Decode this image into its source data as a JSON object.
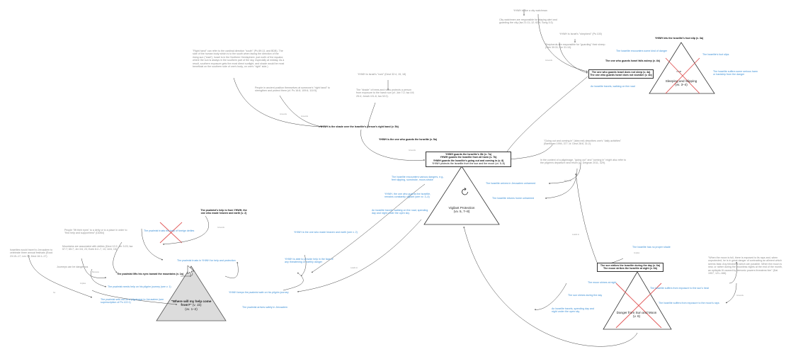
{
  "triangles": {
    "where_help": {
      "title": "\"Where will my help come from?\"",
      "verse": " (v. 1b)",
      "sub": "(vv. 1–2)"
    },
    "vigilant": {
      "title": "Vigilant Protection",
      "sub": "(vv. 5, 7–8)"
    },
    "sleeping": {
      "title": "Sleeping and Slipping",
      "sub": "(vv. 3–4)"
    },
    "danger": {
      "title": "Danger from Sun and Moon",
      "sub": "(v. 6)"
    }
  },
  "boxes": {
    "guards": [
      "YHWH guards the Israelite's life (v. 7a)",
      "YHWH guards the Israelite from all harm (v. 7b)",
      "YHWH guards the Israelite's going out and coming in (v. 8)",
      "YHWH protects the Israelite from the sun and the moon (vv. 5–6)"
    ],
    "neither": [
      "The one who guards Israel does not sleep (v. 4a)",
      "The one who guards Israel does not slumber (v. 4b)"
    ],
    "sun": [
      "The sun strikes the Israelite during the day (v. 6a)",
      "The moon strikes the Israelite at night (v. 6b)"
    ]
  },
  "texts": {
    "psalmist_help": "The psalmist's help is from YHWH, the one who made heaven and earth (v. 2)",
    "psalmist_mountains": "The psalmist lifts his eyes toward the mountains (v. 1a)",
    "shade": "YHWH is the shade over the Israelite's person's right hand (v. 5b)",
    "one_guards": "YHWH is the one who guards the Israelite (v. 5a)",
    "falls_asleep": "The one who guards Israel falls asleep (v. 4b)",
    "foot_slip": "YHWH lets the Israelite's foot slip (v. 3a)",
    "right_hand_note": "\"Right hand\" can refer to the cardinal direction \"south\" (Ps 89:13, and BDB). The side of the human body which is to the south when facing the direction of the rising sun (\"east\"). Israel is in the Northern Hemisphere, just north of the equator, where the sun is always in the southern part of the sky, especially at midday. As a result, southern exposure gets the most direct sunlight, and shade would be most beneficial on the southern side of one's body, on one's \"right\" side.)",
    "people_defend": "People in ancient position themselves at someone's \"right hand\" to strengthen and protect them (cf. Ps 16:8; 109:6; 110:5).",
    "shade_metaphor": "The \"shade\" of trees and rocks protects a person from exposure to the harsh sun (cf. Job 7:2; Isa 4:6; 25:4; Jonah 4:5–6; Isa 32:2).",
    "yhwh_rock": "YHWH is Israel's \"rock\" (Deut 32:4, 15, 18)",
    "city_watchman": "YHWH is like a city watchman",
    "watchmen_responsible": "City watchmen are responsible for staying alert and guarding the city (Isa 21:11–12; 62:6; Song 3:3)",
    "shepherd": "YHWH is Israel's \"shepherd\" (Ps 100)",
    "shepherds_responsible": "Shepherds are responsible for \"guarding\" their sheep (Gen 30:31; Jer 31:10).",
    "going_out": "\"Going out and coming in\" (idea ext) describes one's \"daily activities\" (Barthigan 1994, 377; cf. Deut 28:6, 31:2).",
    "context_pilgrim": "In the context of a pilgrimage, \"going out\" and \"coming in\" might also refer to the pilgrim's departure and return (cf. Deignan 2011, 329).",
    "people_eyes": "People \"lift their eyes\" to a deity or to a place in order to \"find help and support/rest\" (DDB4)",
    "mountains_assoc": "Mountains are associated with deities (Deut 12:2; Jer 3:23; Isa 57:7; 65:7; Jer 3:6, 23; Ezek 6:2–7, 13; 18:6, 15)",
    "journeys_dangerous": "Journeys can be dangerous",
    "israelites_travel": "Israelites would travel to Jerusalem to celebrate three annual festivals (Exod 23:15–17; Lev 23; Deut 16:1–17)",
    "moon_exposed": "\"When the moon is full, there is exposed to its rays and, when unprotected, he is in great danger of contracting an ailment which seems fatal. Any blindness which are possible. When the moon is new, or rather during the moonless nights at the end of the month, an epileptic fit caused by demonic powers threatens him\" (Dal 1907, 121–166).",
    "b_trusts_foreign": "The psalmist trusts the help of foreign deities",
    "b_trusts_yhwh": "The psalmist trusts in YHWH for help and protection",
    "b_needs_help": "The psalmist needs help on his pilgrim journey (see v. 1)",
    "b_sets_out": "The psalmist sets out on a pilgrimage to Jerusalem (see superscription of Ps 122:1)",
    "b_maker": "YHWH is the one who made heaven and earth (see v. 2)",
    "b_able": "YHWH is able to provide help in the face of any threatening or earthly danger",
    "b_keeps_safe": "YHWH keeps the psalmist safe on his pilgrim journey",
    "b_arrives": "The psalmist arrives safely in Jerusalem",
    "b_encounters": "The Israelite encounters various dangers, e.g., feet slipping, sunstroke, moon-stroke",
    "b_guards_vigilant": "YHWH, the one who guards the Israelite, remains constantly vigilant (see vv. 3–4)",
    "b_travels": "An Israelite travels, walking on the road, spending day and night under the open sky",
    "b_arrives_jerusalem": "The Israelite arrives in Jerusalem unharmed",
    "b_returns_home": "The Israelite returns home unharmed",
    "b_encounters_sleep": "The Israelite encounters some kind of danger",
    "b_foot_slips": "The Israelite's foot slips",
    "b_suffers_injury": "The Israelite suffers some serious harm or hardship from the danger",
    "b_walking_road": "An Israelite travels, walking on the road",
    "b_no_shade": "The Israelite has no proper shade",
    "b_moon_shines": "The moon shines at night",
    "b_sun_shines": "The sun shines during the day",
    "b_suffers_sun": "The Israelite suffers from exposure to the sun's heat",
    "b_suffers_moon": "The Israelite suffers from exposure to the moon's rays",
    "b_travels_day": "An Israelite travels, spending day and night under the open sky"
  },
  "link_labels": {
    "grounds": "Grounds",
    "implies": "Implies",
    "leads_to": "Leads to",
    "so": "So",
    "because": "Because"
  },
  "colors": {
    "blue_text": "#3b8fd6",
    "grey_text": "#8a8a8a",
    "red_x": "#e05555",
    "triangle_fill_grey": "#dcdcdc"
  },
  "icons": {
    "refresh": "refresh-icon",
    "cursor": "cursor-icon"
  }
}
